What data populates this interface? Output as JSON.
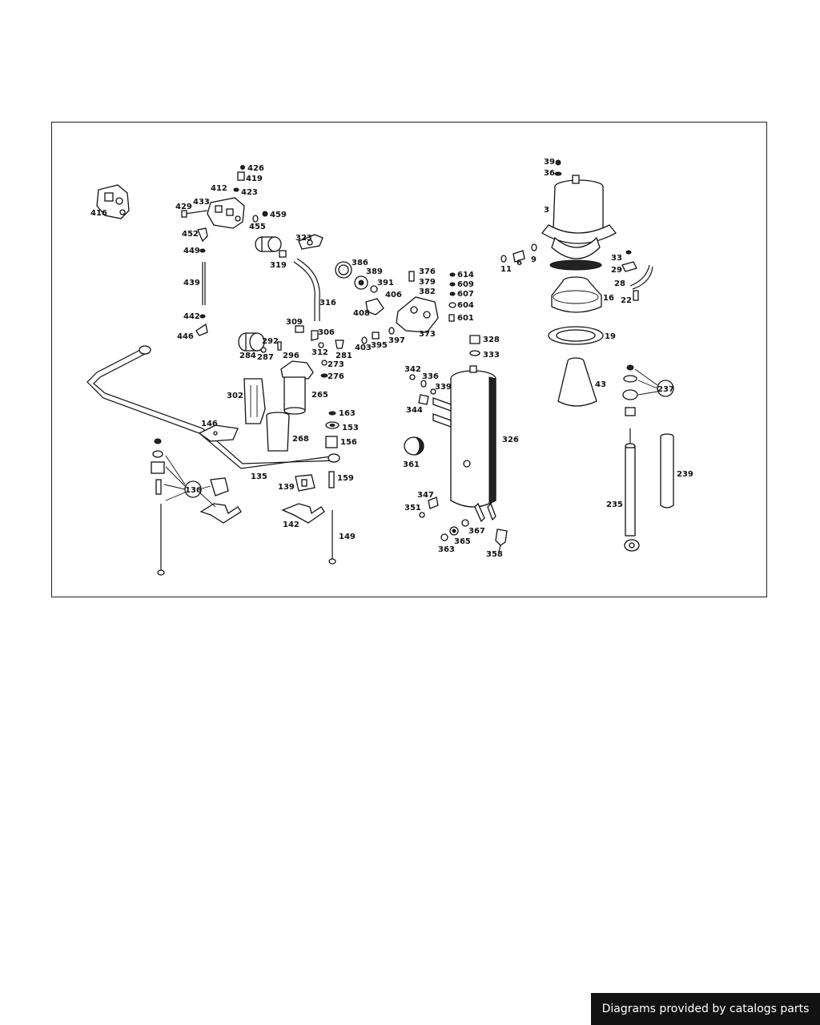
{
  "footer": {
    "credit": "Diagrams provided by catalogs parts"
  },
  "colors": {
    "ink": "#111111",
    "footer_bg": "#121212",
    "footer_text": "#ffffff"
  },
  "labels": {
    "p426": "426",
    "p419": "419",
    "p423": "423",
    "p412": "412",
    "p416": "416",
    "p433": "433",
    "p429": "429",
    "p459": "459",
    "p455": "455",
    "p452": "452",
    "p449": "449",
    "p439": "439",
    "p442": "442",
    "p446": "446",
    "p323": "323",
    "p319": "319",
    "p316": "316",
    "p386": "386",
    "p389": "389",
    "p391": "391",
    "p376": "376",
    "p379": "379",
    "p382": "382",
    "p406": "406",
    "p408": "408",
    "p614": "614",
    "p609": "609",
    "p607": "607",
    "p604": "604",
    "p601": "601",
    "p373": "373",
    "p397": "397",
    "p395": "395",
    "p403": "403",
    "p309": "309",
    "p306": "306",
    "p292": "292",
    "p284": "284",
    "p287": "287",
    "p296": "296",
    "p312": "312",
    "p281": "281",
    "p273": "273",
    "p276": "276",
    "p265": "265",
    "p302": "302",
    "p146": "146",
    "p163": "163",
    "p153": "153",
    "p156": "156",
    "p268": "268",
    "p135": "135",
    "p136": "136",
    "p139": "139",
    "p159": "159",
    "p142": "142",
    "p149": "149",
    "p328": "328",
    "p333": "333",
    "p342": "342",
    "p336": "336",
    "p339": "339",
    "p344": "344",
    "p326": "326",
    "p361": "361",
    "p347": "347",
    "p351": "351",
    "p367": "367",
    "p365": "365",
    "p363": "363",
    "p358": "358",
    "p39": "39",
    "p36": "36",
    "p3": "3",
    "p11": "11",
    "p6": "6",
    "p9": "9",
    "p33": "33",
    "p29": "29",
    "p28": "28",
    "p16": "16",
    "p22": "22",
    "p19": "19",
    "p43": "43",
    "p237": "237",
    "p235": "235",
    "p239": "239"
  }
}
